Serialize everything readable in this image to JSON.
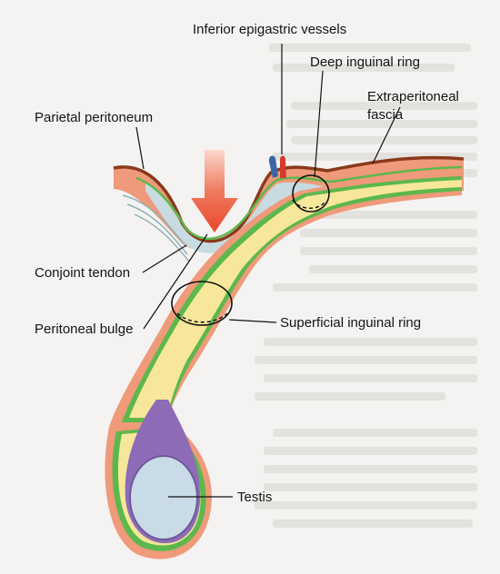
{
  "labels": {
    "inferior_epigastric_vessels": "Inferior epigastric vessels",
    "deep_inguinal_ring": "Deep inguinal ring",
    "extraperitoneal_fascia_line1": "Extraperitoneal",
    "extraperitoneal_fascia_line2": "fascia",
    "parietal_peritoneum": "Parietal peritoneum",
    "conjoint_tendon": "Conjoint tendon",
    "peritoneal_bulge": "Peritoneal bulge",
    "superficial_inguinal_ring": "Superficial inguinal ring",
    "testis": "Testis"
  },
  "colors": {
    "background": "#f4f3f1",
    "faint_text": "#e4e2df",
    "peritoneum": "#8a3a1c",
    "muscle_salmon": "#ef9a7a",
    "extraperitoneal_fascia": "#c7dbe0",
    "peritoneal_green": "#5cb84c",
    "canal_yellow": "#f7e79a",
    "tunica_purple": "#8e6bb7",
    "testis_fill": "#c9dbe6",
    "arrow_red": "#e8482c",
    "artery_red": "#d23a2c",
    "vein_blue": "#3a66a8"
  }
}
